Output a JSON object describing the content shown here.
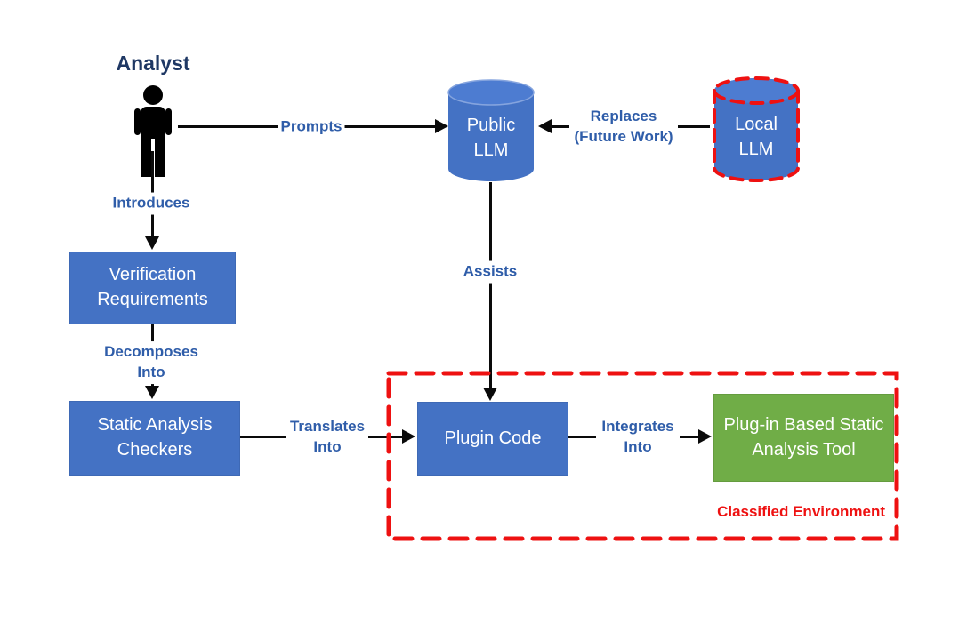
{
  "diagram": {
    "analyst_label": "Analyst",
    "nodes": {
      "public_llm": "Public LLM",
      "local_llm": "Local LLM",
      "verification_requirements": "Verification Requirements",
      "static_analysis_checkers": "Static Analysis Checkers",
      "plugin_code": "Plugin Code",
      "static_analysis_tool": "Plug-in Based Static Analysis Tool"
    },
    "edges": {
      "prompts": "Prompts",
      "replaces": "Replaces (Future Work)",
      "introduces": "Introduces",
      "decomposes": "Decomposes Into",
      "translates": "Translates Into",
      "integrates": "Integrates Into",
      "assists": "Assists"
    },
    "region_label": "Classified Environment",
    "colors": {
      "node_blue": "#4472C4",
      "node_green": "#70AD47",
      "edge_label_blue": "#2F5DA9",
      "analyst_navy": "#1F3864",
      "classified_red": "#EE1111",
      "arrow_black": "#0A0A0A"
    }
  }
}
